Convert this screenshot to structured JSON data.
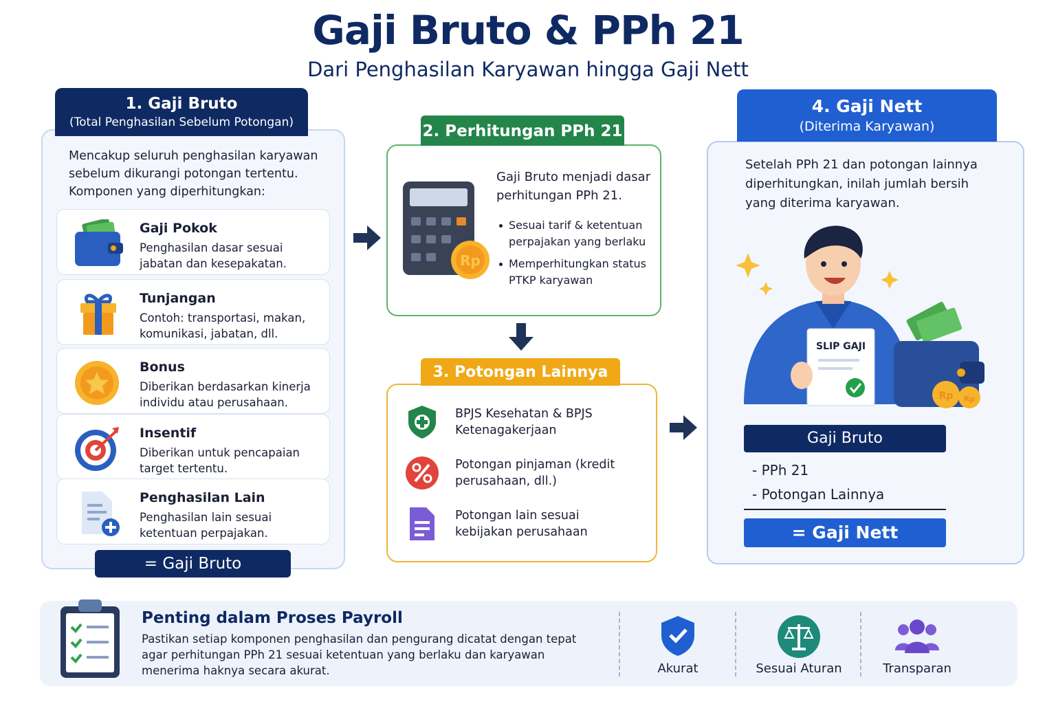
{
  "header": {
    "title": "Gaji Bruto & PPh 21",
    "subtitle": "Dari Penghasilan Karyawan hingga Gaji Nett"
  },
  "panel1": {
    "title": "1. Gaji Bruto",
    "subtitle": "(Total Penghasilan Sebelum Potongan)",
    "intro": "Mencakup seluruh penghasilan karyawan sebelum dikurangi potongan tertentu. Komponen yang diperhitungkan:",
    "components": [
      {
        "title": "Gaji Pokok",
        "desc": "Penghasilan dasar sesuai jabatan dan kesepakatan.",
        "icon": "wallet-cash-icon"
      },
      {
        "title": "Tunjangan",
        "desc": "Contoh: transportasi, makan, komunikasi, jabatan, dll.",
        "icon": "gift-icon"
      },
      {
        "title": "Bonus",
        "desc": "Diberikan berdasarkan kinerja individu atau perusahaan.",
        "icon": "star-coin-icon"
      },
      {
        "title": "Insentif",
        "desc": "Diberikan untuk pencapaian target tertentu.",
        "icon": "target-icon"
      },
      {
        "title": "Penghasilan Lain",
        "desc": "Penghasilan lain sesuai ketentuan perpajakan.",
        "icon": "document-add-icon"
      }
    ],
    "result": "= Gaji Bruto"
  },
  "panel2": {
    "title": "2. Perhitungan PPh 21",
    "text": "Gaji Bruto menjadi dasar perhitungan PPh 21.",
    "bullets": [
      "Sesuai tarif & ketentuan perpajakan yang berlaku",
      "Memperhitungkan status PTKP karyawan"
    ],
    "coin_label": "Rp"
  },
  "panel3": {
    "title": "3. Potongan Lainnya",
    "items": [
      {
        "text": "BPJS Kesehatan & BPJS Ketenagakerjaan",
        "icon": "shield-health-icon"
      },
      {
        "text": "Potongan pinjaman (kredit perusahaan, dll.)",
        "icon": "percent-icon"
      },
      {
        "text": "Potongan lain sesuai kebijakan perusahaan",
        "icon": "document-icon"
      }
    ]
  },
  "panel4": {
    "title": "4. Gaji Nett",
    "subtitle": "(Diterima Karyawan)",
    "text": "Setelah PPh 21 dan potongan lainnya diperhitungkan, inilah jumlah bersih yang diterima karyawan.",
    "slip_label": "SLIP GAJI",
    "coin_labels": [
      "Rp",
      "Rp"
    ],
    "calc": {
      "bruto": "Gaji Bruto",
      "minus": [
        "-  PPh 21",
        "-  Potongan Lainnya"
      ],
      "result": "= Gaji Nett"
    }
  },
  "bottom": {
    "title": "Penting dalam Proses Payroll",
    "text": "Pastikan setiap komponen penghasilan dan pengurang dicatat dengan tepat agar perhitungan PPh 21 sesuai ketentuan yang berlaku dan karyawan menerima haknya secara akurat.",
    "badges": [
      {
        "label": "Akurat",
        "icon": "shield-check-icon"
      },
      {
        "label": "Sesuai Aturan",
        "icon": "scales-icon"
      },
      {
        "label": "Transparan",
        "icon": "people-icon"
      }
    ]
  },
  "colors": {
    "navy": "#0f2a63",
    "green": "#23854a",
    "orange": "#f0a817",
    "blue": "#1f5fd1"
  }
}
